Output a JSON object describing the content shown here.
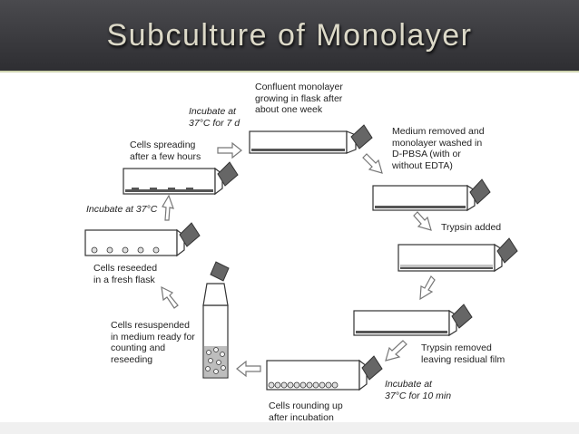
{
  "slide": {
    "title": "Subculture of Monolayer"
  },
  "labels": {
    "confluent": [
      "Confluent monolayer",
      "growing in flask after",
      "about one week"
    ],
    "incubate7d": [
      "Incubate at",
      "37°C for 7 d"
    ],
    "medium_removed": [
      "Medium removed and",
      "monolayer washed in",
      "D-PBSA (with or",
      "without EDTA)"
    ],
    "trypsin_added": [
      "Trypsin added"
    ],
    "trypsin_removed": [
      "Trypsin removed",
      "leaving residual film"
    ],
    "incubate10": [
      "Incubate at",
      "37°C for 10 min"
    ],
    "rounding": [
      "Cells rounding up",
      "after incubation"
    ],
    "resuspended": [
      "Cells resuspended",
      "in medium ready for",
      "counting and",
      "reseeding"
    ],
    "reseeded": [
      "Cells reseeded",
      "in a fresh flask"
    ],
    "incubate37": [
      "Incubate at 37°C"
    ],
    "spreading": [
      "Cells spreading",
      "after a few hours"
    ]
  }
}
